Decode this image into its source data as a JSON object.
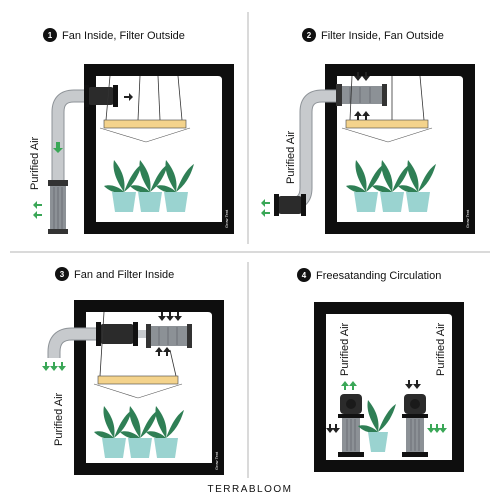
{
  "colors": {
    "tent": "#0e0e0e",
    "tent_inner": "#ffffff",
    "duct": "#c7cacd",
    "fan": "#2b2b2b",
    "filter": "#8c9196",
    "led_panel": "#f4d38c",
    "plant_leaf": "#2f7f55",
    "pot": "#9ad3d0",
    "arrow_green": "#3aa757",
    "arrow_dark": "#222222",
    "divider": "#b5b5b5"
  },
  "panels": [
    {
      "number": "1",
      "title": "Fan Inside, Filter Outside",
      "air_label": "Purified Air",
      "tent_label": "Grow Tent"
    },
    {
      "number": "2",
      "title": "Filter Inside, Fan Outside",
      "air_label": "Purified Air",
      "tent_label": "Grow Tent"
    },
    {
      "number": "3",
      "title": "Fan and Filter Inside",
      "air_label": "Purified Air",
      "tent_label": "Grow Tent"
    },
    {
      "number": "4",
      "title": "Freesatanding Circulation",
      "air_label": "Purified Air",
      "tent_label": ""
    }
  ],
  "brand": "TERRABLOOM"
}
